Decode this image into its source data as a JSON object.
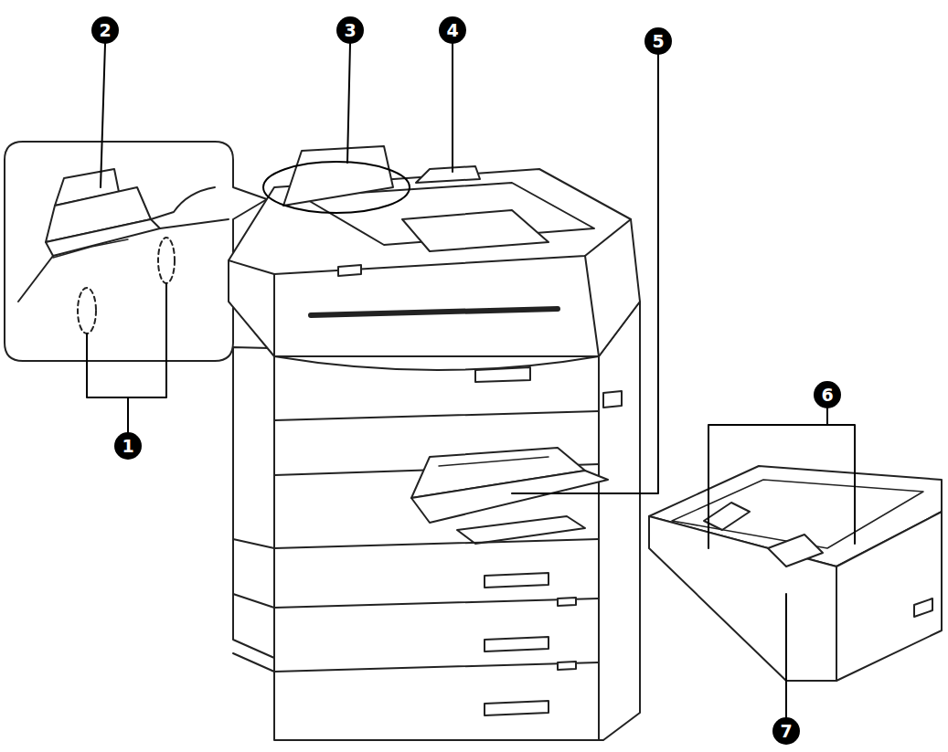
{
  "diagram": {
    "labels": [
      "2",
      "3",
      "4",
      "5",
      "1",
      "6",
      "7"
    ]
  }
}
